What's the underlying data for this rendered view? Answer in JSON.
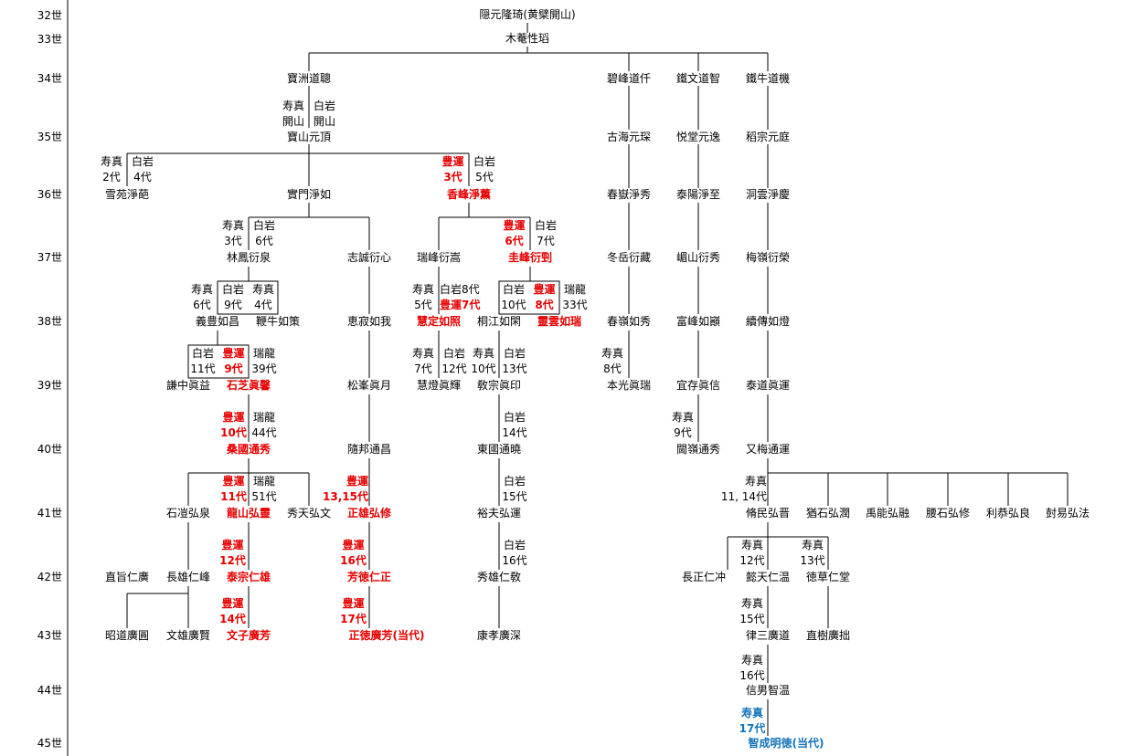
{
  "generations": [
    "32世",
    "33世",
    "34世",
    "35世",
    "36世",
    "37世",
    "38世",
    "39世",
    "40世",
    "41世",
    "42世",
    "43世",
    "44世",
    "45世"
  ],
  "people": {
    "ingen": "隠元隆琦(黄檗開山)",
    "mokuan": "木菴性瑫",
    "hoshu": "寶洲道聰",
    "hekiho": "碧峰道仟",
    "tetsumon": "鐵文道智",
    "tetsugyu": "鐵牛道機",
    "hozan": "寶山元頂",
    "kokai": "古海元琛",
    "etsudo": "悦堂元逸",
    "keiso": "稻宗元庭",
    "setsuen": "雪苑淨葩",
    "homon": "實門淨如",
    "koho": "香峰淨薫",
    "shungaku": "春嶽淨秀",
    "taiyo": "泰陽淨至",
    "doun": "洞雲淨慶",
    "rinpo": "林鳳衍泉",
    "shikan": "志誠衍心",
    "zuiho": "瑞峰衍嵩",
    "keiho": "圭峰衍剄",
    "togaku": "冬岳衍藏",
    "bizan": "嵋山衍秀",
    "bairei": "梅嶺衍榮",
    "gisho": "義豊如昌",
    "bengyu": "鞭牛如策",
    "keijaku": "恵寂如我",
    "etei": "慧定如照",
    "toko": "桐江如閑",
    "reiun": "靈雲如瑞",
    "shunrei": "春嶺如秀",
    "fuho": "富峰如巓",
    "zokuden": "續傳如燈",
    "kenchu": "謙中眞益",
    "sekishi": "石芝眞馨",
    "shoho": "松峯眞月",
    "eto": "慧燈眞輝",
    "kyoshu": "敎宗眞印",
    "honko": "本光眞瑞",
    "gizon": "宜存眞信",
    "taido": "泰道眞運",
    "sokoku": "桑國通秀",
    "zuiho2": "隨邦通昌",
    "tokoku": "東國通曉",
    "kanrei": "閫嶺通秀",
    "yubai": "又梅通運",
    "sekigai": "石凒弘泉",
    "ryuzan": "龍山弘靈",
    "shuten": "秀天弘文",
    "shoyu": "正雄弘修",
    "yufu": "裕夫弘運",
    "shumin": "脩民弘晋",
    "yuseki": "猶石弘潤",
    "uno": "禹能弘融",
    "yoseki": "腰石弘修",
    "rikyo": "利恭弘良",
    "taneki": "尌易弘法",
    "chokushi": "直旨仁廣",
    "choyu": "長雄仁峰",
    "taiso": "泰宗仁雄",
    "hotoku": "芳徳仁正",
    "shuyu": "秀雄仁敎",
    "chosei": "長正仁冲",
    "kyoten": "懿天仁温",
    "tokuso": "徳草仁堂",
    "shodo": "昭道廣圓",
    "bunyu": "文雄廣賢",
    "bunshi": "文子廣芳",
    "shotoku": "正徳廣芳(当代)",
    "kokou": "康孝廣深",
    "ritsuzo": "律三廣道",
    "chokuju": "直樹廣拙",
    "shinnan": "信男智温",
    "chisei": "智成明徳(当代)"
  },
  "labels": {
    "juju": "寿真",
    "hakugan": "白岩",
    "houn": "豊運",
    "zuiryu": "瑞龍",
    "kaisan": "開山",
    "d2": "2代",
    "d3": "3代",
    "d4": "4代",
    "d5": "5代",
    "d6": "6代",
    "d7": "7代",
    "d8": "8代",
    "d9": "9代",
    "d10": "10代",
    "d11": "11代",
    "d12": "12代",
    "d13": "13代",
    "d14": "14代",
    "d15": "15代",
    "d16": "16代",
    "d17": "17代",
    "d33": "33代",
    "d39": "39代",
    "d44": "44代",
    "d51": "51代",
    "d8b": "白岩8代",
    "d7b": "豊運7代",
    "d1315": "13,15代",
    "d1114": "11, 14代"
  }
}
